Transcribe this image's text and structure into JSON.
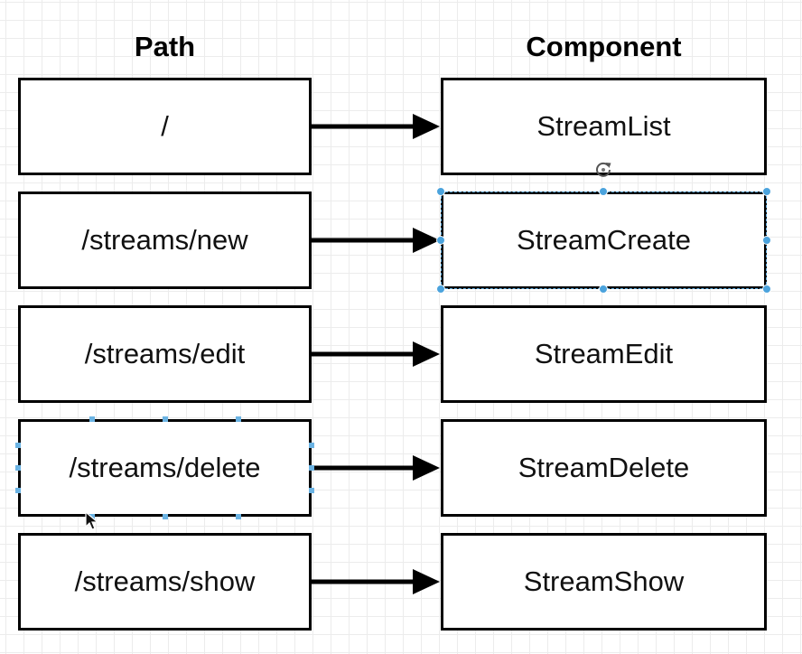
{
  "headers": {
    "path": "Path",
    "component": "Component"
  },
  "routes": [
    {
      "path": "/",
      "component": "StreamList"
    },
    {
      "path": "/streams/new",
      "component": "StreamCreate"
    },
    {
      "path": "/streams/edit",
      "component": "StreamEdit"
    },
    {
      "path": "/streams/delete",
      "component": "StreamDelete"
    },
    {
      "path": "/streams/show",
      "component": "StreamShow"
    }
  ],
  "colors": {
    "stroke": "#000000",
    "selection": "#4ba3dd",
    "grid": "#ececec"
  },
  "icons": {
    "rotate": "rotate-icon",
    "cursor": "mouse-pointer-icon"
  }
}
